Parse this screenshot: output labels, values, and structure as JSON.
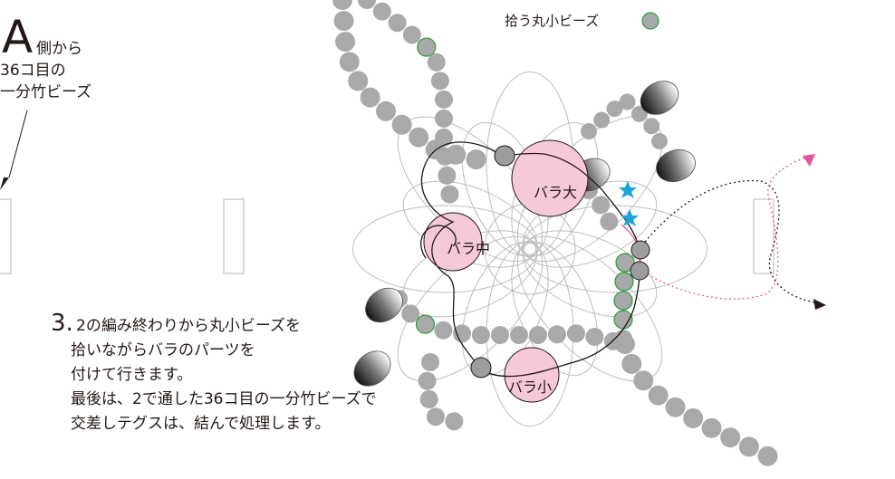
{
  "side_note": {
    "letter": "A",
    "line1": "側から",
    "line2": "36コ目の",
    "line3": "一分竹ビーズ"
  },
  "legend": {
    "label": "拾う丸小ビーズ",
    "color": "#a9a9ab",
    "ring_color": "#2a9d3a"
  },
  "roses": {
    "large": "バラ大",
    "medium": "バラ中",
    "small": "バラ小",
    "fill": "#f6c9d9"
  },
  "instructions": {
    "number": "3.",
    "line1": "2の編み終わりから丸小ビーズを",
    "line2": "拾いながらバラのパーツを",
    "line3": "付けて行きます。",
    "line4": "最後は、2で通した36コ目の一分竹ビーズで",
    "line5": "交差しテグスは、結んで処理します。"
  },
  "colors": {
    "bead_gray": "#a9a9ab",
    "bead_ring": "#2a9d3a",
    "star": "#1aa4dc",
    "thread_pink": "#e5559a",
    "thread_black": "#231815"
  }
}
